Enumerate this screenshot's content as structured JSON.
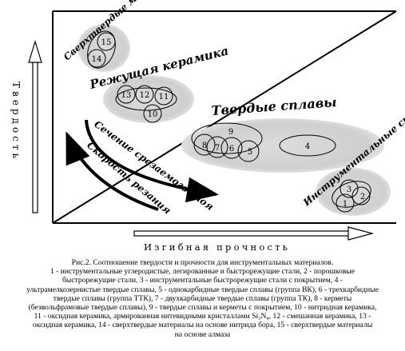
{
  "axes": {
    "y_label": "Твердость",
    "x_label": "Изгибная прочность"
  },
  "groups": {
    "superhard": "Сверхтвердые материалы",
    "ceramics": "Режущая керамика",
    "hard_alloys": "Твердые сплавы",
    "tool_steels": "Инструментальные стали"
  },
  "arrows": {
    "cross_section": "Сечение срезаемого слоя",
    "cutting_speed": "Скорость резания"
  },
  "markers": {
    "m15": "15",
    "m14": "14",
    "m13": "13",
    "m12": "12",
    "m11": "11",
    "m10": "10",
    "m9": "9",
    "m8": "8",
    "m7": "7",
    "m6": "6",
    "m5": "5",
    "m4": "4",
    "m3": "3",
    "m2": "2",
    "m1": "1"
  },
  "caption": {
    "title": "Рис.2. Соотношение твердости и прочности для инструментальных материалов.",
    "l1": "1 - инструментальные углеродистые, легированные и быстрорежущие стали, 2 - порошковые",
    "l2": "быстрорежущие стали, 3 - инструментальные быстрорежущие стали с покрытием,  4 -",
    "l3": "ультрамелкозернистые твердые сплавы, 5 - однокарбидные твердые сплавы (группа ВК), 6 - трехкарбидные",
    "l4": "твердые сплавы (группа ТТК), 7 - двухкарбидные твердые сплавы (группа ТК), 8 - керметы",
    "l5": "(безвольфрамовые твердые сплавы), 9 - твердые сплавы и керметы с покрытием, 10 - нитридная керамика,",
    "l6": "11 - оксидная керамика, армированная нитевидными кристаллами Si₃N₄, 12 - смешанная керамика, 13 -",
    "l7": "оксидная керамика, 14 - сверхтвердые материалы на основе нитрида бора, 15 - сверхтвердые материалы",
    "l8": "на основе алмаза"
  }
}
